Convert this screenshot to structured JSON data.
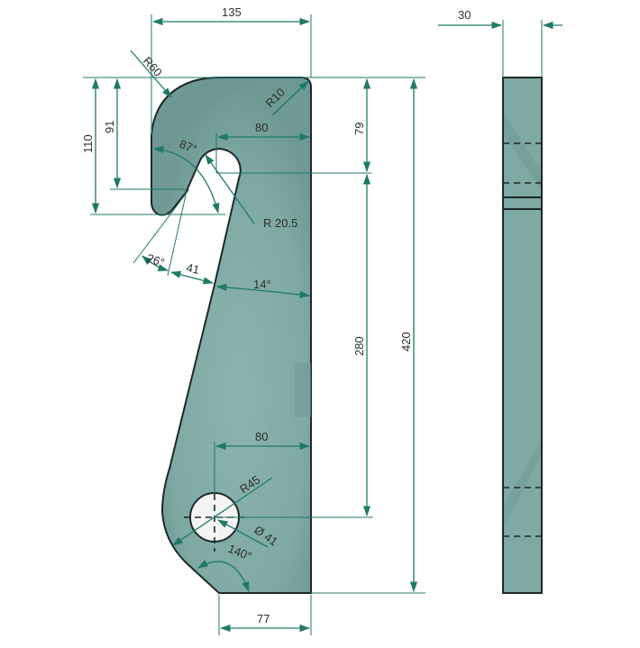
{
  "drawing": {
    "title": "Hook plate technical drawing",
    "colors": {
      "part_fill": "#7fa9a3",
      "part_fill_dark": "#6a958f",
      "part_fill_light": "#8fb6b0",
      "dimension_line": "#1f7a66",
      "outline": "#1c2a28",
      "hole_fill": "#f4f4f4",
      "background": "#ffffff"
    },
    "front_view": {
      "dimensions": {
        "overall_width": "135",
        "corner_radius_large": "R60",
        "corner_radius_small": "R10",
        "hook_slot_offset_top": "80",
        "hook_height_left": "91",
        "hook_height_total": "110",
        "hook_angle": "87°",
        "slot_radius": "R 20.5",
        "slot_angle": "26°",
        "slot_width": "41",
        "side_taper_angle": "14°",
        "hook_to_slot_center": "79",
        "slot_to_hole_center": "280",
        "overall_height": "420",
        "hole_offset": "80",
        "hole_radius_outer": "R45",
        "hole_diameter": "Ø 41",
        "bottom_angle": "140°",
        "bottom_width": "77"
      }
    },
    "side_view": {
      "dimensions": {
        "thickness": "30"
      }
    }
  }
}
